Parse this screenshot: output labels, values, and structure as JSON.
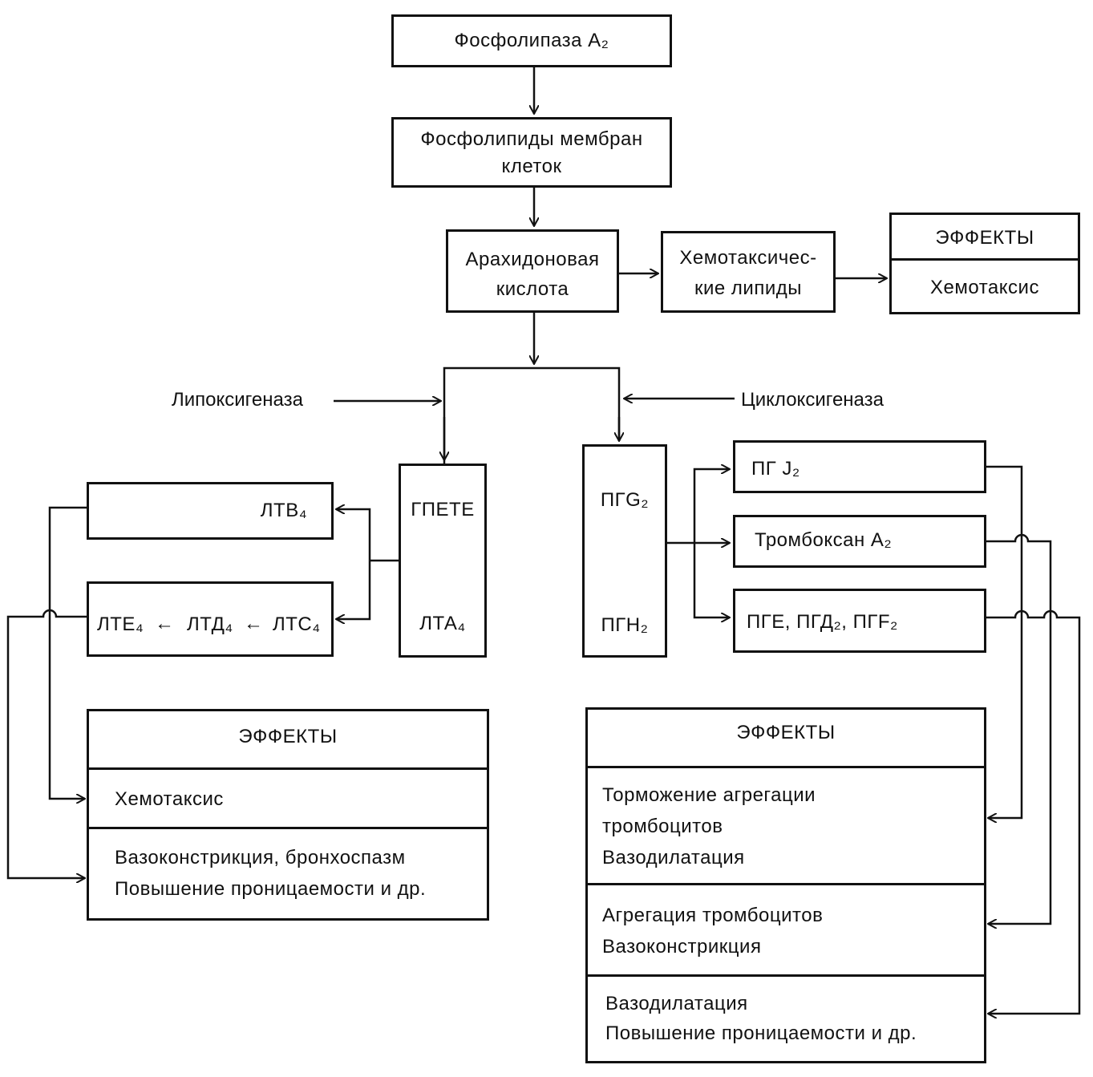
{
  "nodes": {
    "phospholipase": "Фосфолипаза A₂",
    "membrane_phospholipids": [
      "Фосфолипиды  мембран",
      "клеток"
    ],
    "arachidonic_acid": [
      "Арахидоновая",
      "кислота"
    ],
    "chemotactic_lipids": [
      "Хемотаксичес-",
      "кие  липиды"
    ],
    "gpete": "ГПЕТЕ",
    "lta4": "ЛТА₄",
    "ltb4": "ЛТВ₄",
    "lte4": "ЛТЕ₄",
    "ltd4": "ЛТД₄",
    "ltc4": "ЛТС₄",
    "pgg2": "ПГG₂",
    "pgh2": "ПГН₂",
    "pgj2": "ПГ J₂",
    "thromboxane": "Тромбоксан A₂",
    "pge_group": "ПГЕ, ПГД₂, ПГF₂"
  },
  "enzymes": {
    "lipoxygenase": "Липоксигеназа",
    "cyclooxygenase": "Циклоксигеназа"
  },
  "effects_top": {
    "header": "ЭФФЕКТЫ",
    "items": [
      "Хемотаксис"
    ]
  },
  "effects_left": {
    "header": "ЭФФЕКТЫ",
    "sections": [
      [
        "Хемотаксис"
      ],
      [
        "Вазоконстрикция,   бронхоспазм",
        "Повышение проницаемости и др."
      ]
    ]
  },
  "effects_right": {
    "header": "ЭФФЕКТЫ",
    "sections": [
      [
        "Торможение агрегации",
        "тромбоцитов",
        "Вазодилатация"
      ],
      [
        "Агрегация тромбоцитов",
        "Вазоконстрикция"
      ],
      [
        "Вазодилатация",
        "Повышение проницаемости и др."
      ]
    ]
  }
}
